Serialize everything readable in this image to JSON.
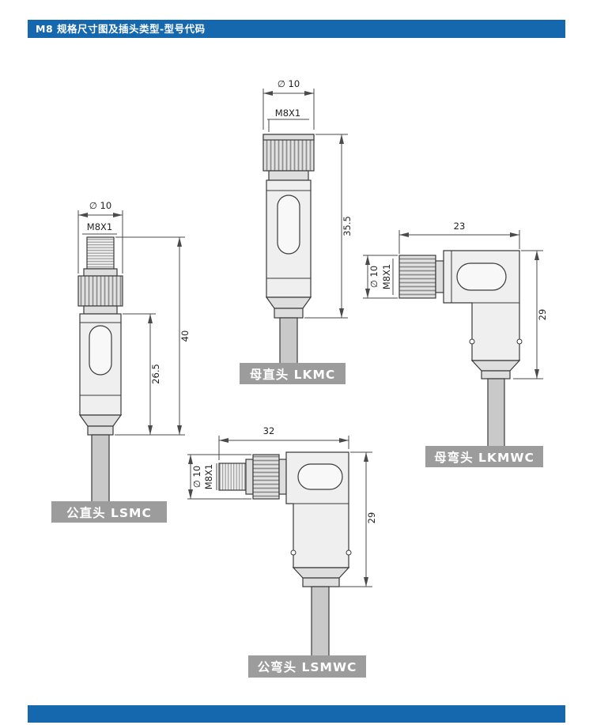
{
  "page": {
    "header_title": "M8 规格尺寸图及插头类型-型号代码"
  },
  "colors": {
    "header_bg": "#1568ae",
    "footer_bg": "#1568ae",
    "label_bg": "#9c9c9c",
    "line": "#3a3a3a"
  },
  "connectors": {
    "lkmc": {
      "label": "母直头 LKMC",
      "dia": "∅ 10",
      "thread": "M8X1",
      "length": "35.5"
    },
    "lsmc": {
      "label": "公直头 LSMC",
      "dia": "∅ 10",
      "thread": "M8X1",
      "length_total": "40",
      "length_body": "26.5"
    },
    "lkmwc": {
      "label": "母弯头 LKMWC",
      "dia": "∅ 10",
      "thread": "M8X1",
      "width": "23",
      "height": "29"
    },
    "lsmwc": {
      "label": "公弯头 LSMWC",
      "dia": "∅ 10",
      "thread": "M8X1",
      "width": "32",
      "height": "29"
    }
  }
}
